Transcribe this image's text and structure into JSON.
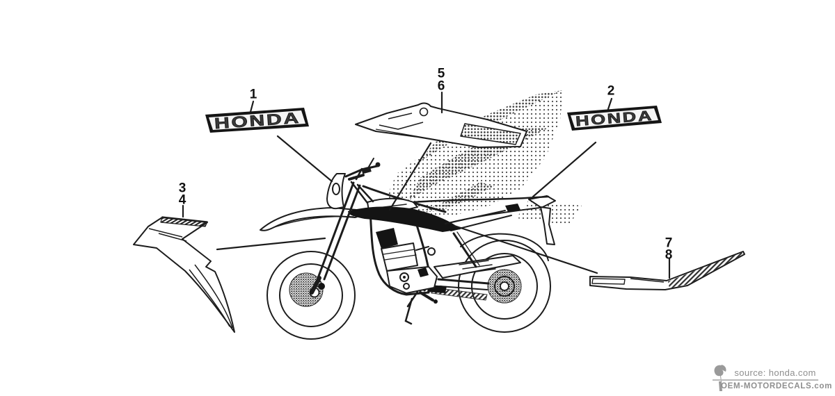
{
  "callouts": [
    "1",
    "2",
    "3",
    "4",
    "5",
    "6",
    "7",
    "8"
  ],
  "emblems": [
    {
      "text": "HONDA"
    },
    {
      "text": "HONDA"
    }
  ],
  "watermark": {
    "source": "source: honda.com",
    "brand": "OEM-MOTORDECALS.com",
    "logo_icon": "bird-mark-logo"
  },
  "colors": {
    "background": "#ffffff",
    "line_art": "#1c1c1c",
    "halftone_dots": "#4a4a4a",
    "watermark_gray": "#8e8e8e"
  }
}
